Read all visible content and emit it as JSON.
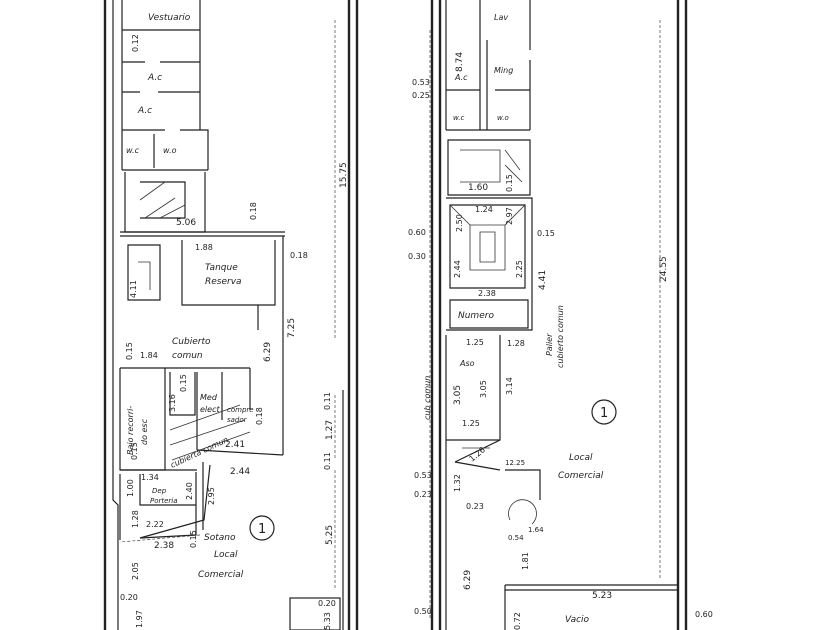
{
  "rooms": {
    "vestuario": "Vestuario",
    "ac1": "A.c",
    "ac2": "A.c",
    "wc_left": "w.c",
    "wo_left": "w.o",
    "tanque_1": "Tanque",
    "tanque_2": "Reserva",
    "cubierto_1": "Cubierto",
    "cubierto_2": "comun",
    "bajo_1": "Bajo recorri-",
    "bajo_2": "do esc",
    "med_1": "Med",
    "med_2": "elect",
    "compr_1": "compre",
    "compr_2": "sador",
    "escalera": "cubierta comun",
    "dep_1": "Dep",
    "dep_2": "Porteria",
    "sotano": "Sotano",
    "local_l": "Local",
    "comercial_l": "Comercial",
    "lav": "Lav",
    "ming": "Ming",
    "ac3": "A.c",
    "wc_right": "w.c",
    "wo_right": "w.o",
    "numero": "Numero",
    "palier_1": "Palier",
    "palier_2": "cubierto comun",
    "aso": "Aso",
    "cub_comun": "cub comun",
    "local_r": "Local",
    "comercial_r": "Comercial",
    "vacio": "Vacio"
  },
  "marks": {
    "circle_left": "1",
    "circle_right": "1"
  },
  "dims": {
    "d_012": "0.12",
    "d_506": "5.06",
    "d_018a": "0.18",
    "d_188": "1.88",
    "d_018b": "0.18",
    "d_411l": "4.11",
    "d_725": "7.25",
    "d_015a": "0.15",
    "d_184": "1.84",
    "d_629": "6.29",
    "d_316": "3.16",
    "d_015b": "0.15",
    "d_241": "2.41",
    "d_018c": "0.18",
    "d_015c": "0.15",
    "d_134": "1.34",
    "d_244": "2.44",
    "d_100": "1.00",
    "d_240": "2.40",
    "d_295": "2.95",
    "d_128a": "1.28",
    "d_222": "2.22",
    "d_015d": "0.15",
    "d_238l": "2.38",
    "d_205": "2.05",
    "d_020": "0.20",
    "d_197": "1.97",
    "d_1575": "15.75",
    "d_011a": "0.11",
    "d_127": "1.27",
    "d_011b": "0.11",
    "d_525l": "5.25",
    "d_020b": "0.20",
    "d_533": "5.33",
    "d_053a": "0.53",
    "d_025": "0.25",
    "d_874": "8.74",
    "d_160": "1.60",
    "d_015e": "0.15",
    "d_060": "0.60",
    "d_030": "0.30",
    "d_250": "2.50",
    "d_124": "1.24",
    "d_297": "2.97",
    "d_244r": "2.44",
    "d_225": "2.25",
    "d_015f": "0.15",
    "d_441": "4.41",
    "d_238r": "2.38",
    "d_125a": "1.25",
    "d_128b": "1.28",
    "d_305a": "3.05",
    "d_305b": "3.05",
    "d_314": "3.14",
    "d_125b": "1.25",
    "d_126": "1.26",
    "d_1225": "12.25",
    "d_053b": "0.53",
    "d_023a": "0.23",
    "d_132": "1.32",
    "d_023b": "0.23",
    "d_054": "0.54",
    "d_164": "1.64",
    "d_181": "1.81",
    "d_629r": "6.29",
    "d_523": "5.23",
    "d_050": "0.50",
    "d_072": "0.72",
    "d_2455": "24.55",
    "d_060b": "0.60"
  }
}
